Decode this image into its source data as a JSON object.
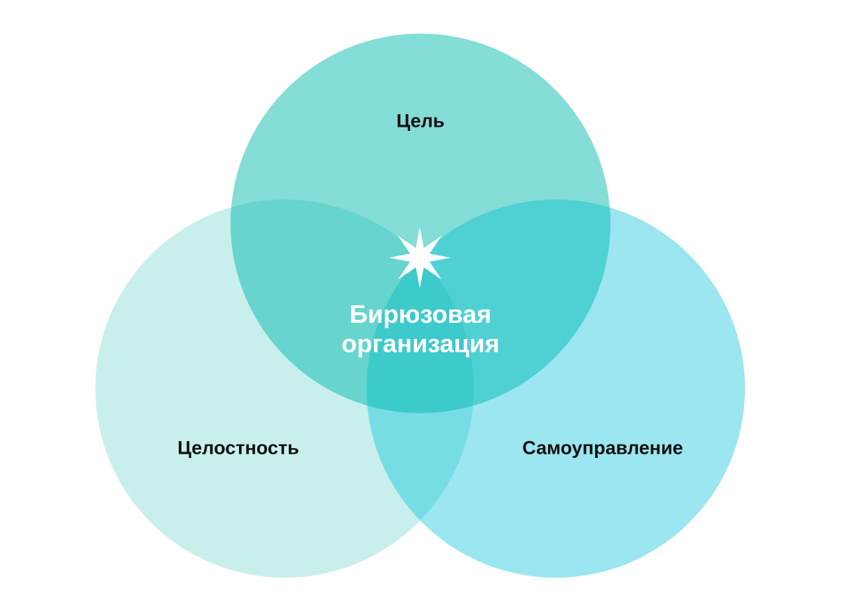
{
  "diagram": {
    "type": "venn",
    "sets": [
      {
        "label": "Цель",
        "color": "#84DDD6"
      },
      {
        "label": "Целостность",
        "color": "#C9EFEC"
      },
      {
        "label": "Самоуправление",
        "color": "#9BE6F1"
      }
    ],
    "overlap_colors": {
      "goal_wholeness": "#67D4CD",
      "goal_selfmgmt": "#4FD0D3",
      "wholeness_selfmgmt": "#77DDE5",
      "all": "#3DCACB"
    },
    "center_line1": "Бирюзовая",
    "center_line2": "организация",
    "center_icon": "star-icon"
  }
}
